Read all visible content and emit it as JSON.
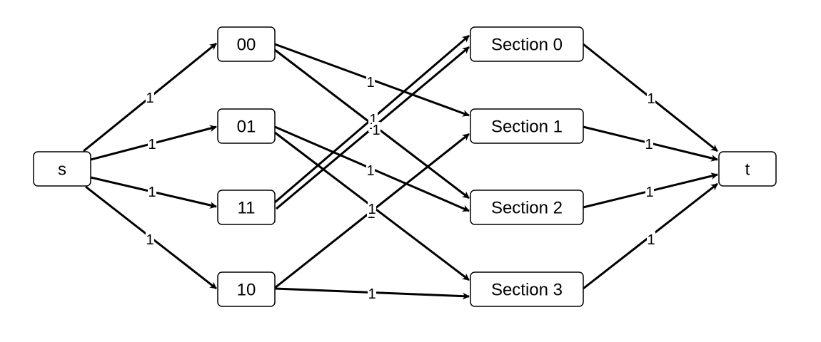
{
  "diagram": {
    "type": "flow-network",
    "nodes": [
      {
        "id": "s",
        "label": "s"
      },
      {
        "id": "n00",
        "label": "00"
      },
      {
        "id": "n01",
        "label": "01"
      },
      {
        "id": "n11",
        "label": "11"
      },
      {
        "id": "n10",
        "label": "10"
      },
      {
        "id": "sec0",
        "label": "Section 0"
      },
      {
        "id": "sec1",
        "label": "Section 1"
      },
      {
        "id": "sec2",
        "label": "Section 2"
      },
      {
        "id": "sec3",
        "label": "Section 3"
      },
      {
        "id": "t",
        "label": "t"
      }
    ],
    "edges": [
      {
        "from": "s",
        "to": "n00",
        "label": "1"
      },
      {
        "from": "s",
        "to": "n01",
        "label": "1"
      },
      {
        "from": "s",
        "to": "n11",
        "label": "1"
      },
      {
        "from": "s",
        "to": "n10",
        "label": "1"
      },
      {
        "from": "n00",
        "to": "sec1",
        "label": "1"
      },
      {
        "from": "n00",
        "to": "sec2",
        "label": "1"
      },
      {
        "from": "n01",
        "to": "sec2",
        "label": "1"
      },
      {
        "from": "n01",
        "to": "sec3",
        "label": "1"
      },
      {
        "from": "n11",
        "to": "sec0",
        "label": "1"
      },
      {
        "from": "n11",
        "to": "sec0",
        "label": "1"
      },
      {
        "from": "n10",
        "to": "sec1",
        "label": "1"
      },
      {
        "from": "n10",
        "to": "sec3",
        "label": "1"
      },
      {
        "from": "sec0",
        "to": "t",
        "label": "1"
      },
      {
        "from": "sec1",
        "to": "t",
        "label": "1"
      },
      {
        "from": "sec2",
        "to": "t",
        "label": "1"
      },
      {
        "from": "sec3",
        "to": "t",
        "label": "1"
      }
    ]
  },
  "colors": {
    "stroke": "#000000",
    "fill": "#ffffff",
    "text": "#000000"
  }
}
